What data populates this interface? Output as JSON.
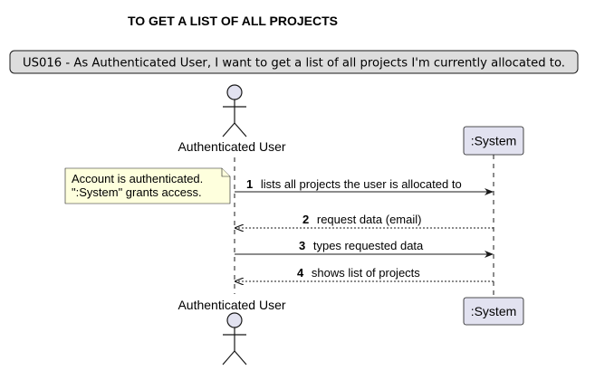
{
  "diagram": {
    "title": "TO GET A LIST OF ALL PROJECTS",
    "legend": "US016 - As Authenticated User, I want to get a list of all projects I'm currently allocated to.",
    "actor": {
      "name": "Authenticated User"
    },
    "participant": {
      "name": ":System"
    },
    "note": {
      "lines": [
        "Account is authenticated.",
        "\":System\" grants access."
      ]
    },
    "messages": [
      {
        "number": "1",
        "text": "lists all projects the user is allocated to",
        "direction": "actor-to-system",
        "style": "solid"
      },
      {
        "number": "2",
        "text": "request data (email)",
        "direction": "system-to-actor",
        "style": "dashed"
      },
      {
        "number": "3",
        "text": "types requested data",
        "direction": "actor-to-system",
        "style": "solid"
      },
      {
        "number": "4",
        "text": "shows list of projects",
        "direction": "system-to-actor",
        "style": "dashed"
      }
    ],
    "colors": {
      "participant_fill": "#E2E2F0",
      "participant_border": "#181818",
      "note_fill": "#FEFFDD",
      "note_border": "#181818",
      "legend_fill": "#DDDDDD",
      "lifeline": "#181818"
    }
  }
}
